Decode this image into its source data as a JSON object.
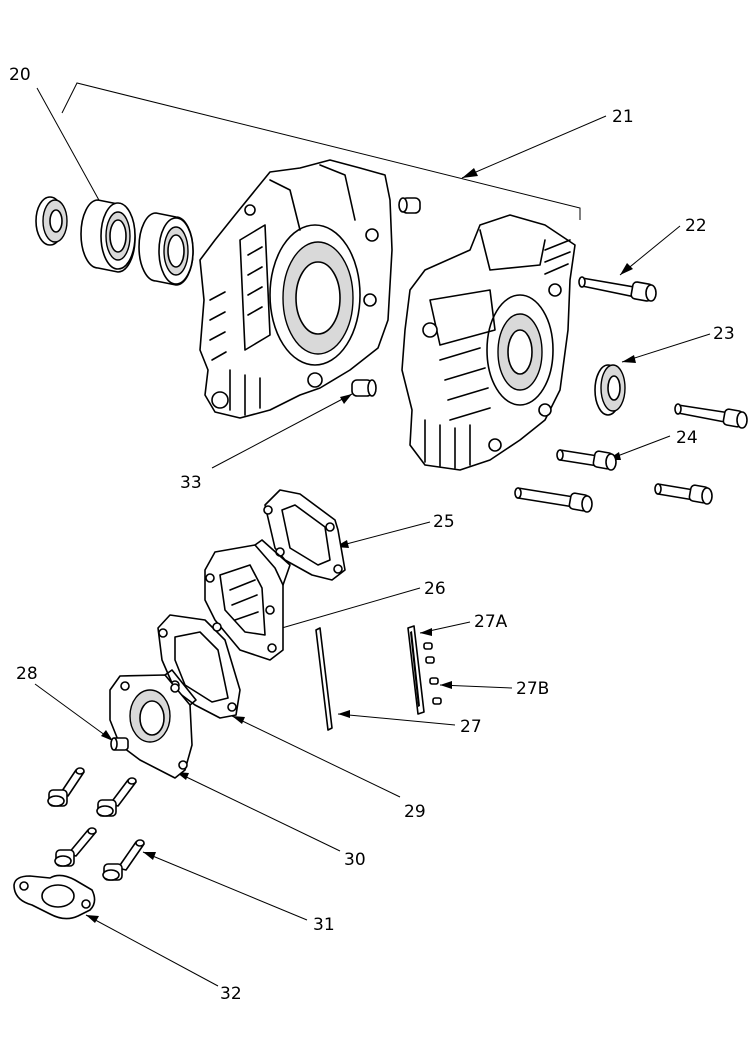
{
  "diagram": {
    "callouts": [
      {
        "id": "20",
        "label": "20"
      },
      {
        "id": "21",
        "label": "21"
      },
      {
        "id": "22",
        "label": "22"
      },
      {
        "id": "23",
        "label": "23"
      },
      {
        "id": "24",
        "label": "24"
      },
      {
        "id": "25",
        "label": "25"
      },
      {
        "id": "26",
        "label": "26"
      },
      {
        "id": "27A",
        "label": "27A"
      },
      {
        "id": "27B",
        "label": "27B"
      },
      {
        "id": "27",
        "label": "27"
      },
      {
        "id": "28",
        "label": "28"
      },
      {
        "id": "29",
        "label": "29"
      },
      {
        "id": "30",
        "label": "30"
      },
      {
        "id": "31",
        "label": "31"
      },
      {
        "id": "32",
        "label": "32"
      },
      {
        "id": "33",
        "label": "33"
      }
    ],
    "colors": {
      "line": "#000000",
      "background": "#ffffff",
      "shade": "#d9d9d9"
    }
  }
}
